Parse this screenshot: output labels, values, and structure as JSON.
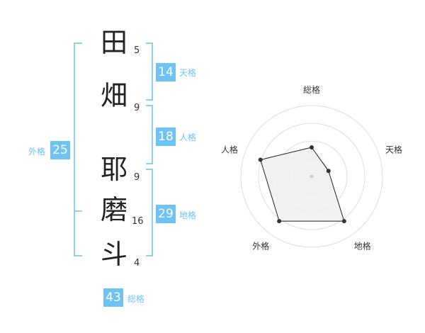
{
  "name": {
    "chars": [
      {
        "char": "田",
        "strokes": "5"
      },
      {
        "char": "畑",
        "strokes": "9"
      },
      {
        "char": "耶",
        "strokes": "9"
      },
      {
        "char": "磨",
        "strokes": "16"
      },
      {
        "char": "斗",
        "strokes": "4"
      }
    ]
  },
  "scores": {
    "tenkaku": {
      "value": "14",
      "label": "天格"
    },
    "jinkaku": {
      "value": "18",
      "label": "人格"
    },
    "chikaku": {
      "value": "29",
      "label": "地格"
    },
    "gaikaku": {
      "value": "25",
      "label": "外格"
    },
    "soukaku": {
      "value": "43",
      "label": "総格"
    }
  },
  "chart_data": {
    "type": "radar",
    "axes": [
      "総格",
      "天格",
      "地格",
      "外格",
      "人格"
    ],
    "values": [
      0.41,
      0.25,
      0.78,
      0.78,
      0.76
    ],
    "range": [
      0,
      1
    ],
    "rings": 4,
    "fill_color": "#f0f0f0",
    "line_color": "#222222",
    "ring_color": "#dddddd"
  }
}
